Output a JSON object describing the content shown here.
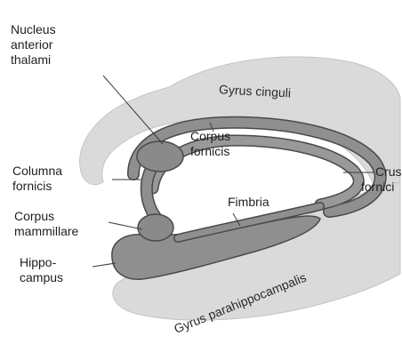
{
  "labels": {
    "nucleus_anterior_thalami": [
      "Nucleus",
      "anterior",
      "thalami"
    ],
    "gyrus_cinguli": "Gyrus cinguli",
    "corpus_fornicis": [
      "Corpus",
      "fornicis"
    ],
    "columna_fornicis": [
      "Columna",
      "fornicis"
    ],
    "crus_fornicis": [
      "Crus",
      "fornici"
    ],
    "fimbria": "Fimbria",
    "corpus_mammillare": [
      "Corpus",
      "mammillare"
    ],
    "hippocampus": [
      "Hippo-",
      "campus"
    ],
    "gyrus_parahippocampalis": "Gyrus parahippocampalis"
  },
  "colors": {
    "background": "#ffffff",
    "gyrus_fill": "#dadada",
    "fornix_fill": "#8f8f8f",
    "fornix_stroke": "#4a4a4a",
    "leader_line": "#3a3a3a"
  }
}
